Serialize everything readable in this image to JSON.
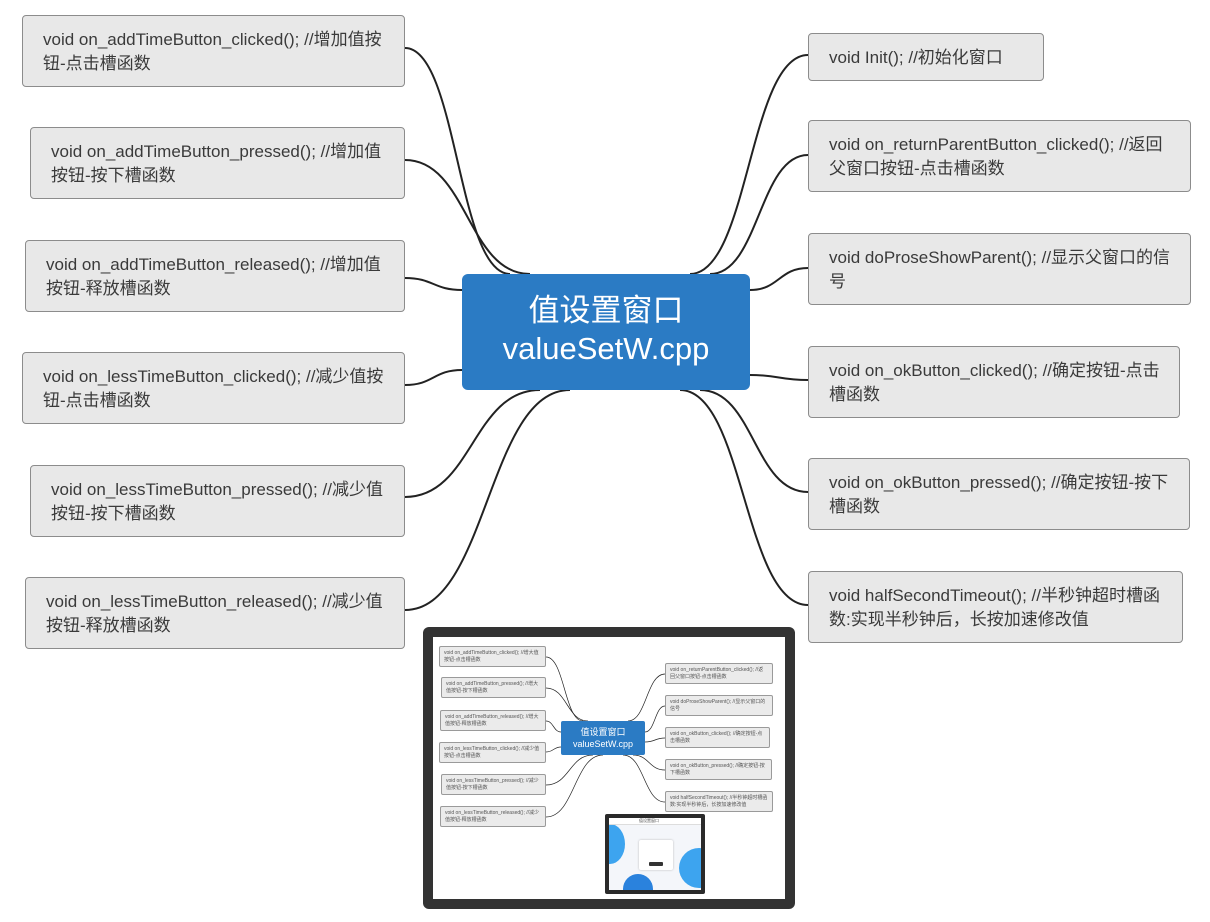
{
  "center": {
    "title": "值设置窗口",
    "file": "valueSetW.cpp"
  },
  "left_nodes": [
    "void on_addTimeButton_clicked(); //增加值按钮-点击槽函数",
    "void on_addTimeButton_pressed(); //增加值按钮-按下槽函数",
    "void on_addTimeButton_released(); //增加值按钮-释放槽函数",
    "void on_lessTimeButton_clicked(); //减少值按钮-点击槽函数",
    "void on_lessTimeButton_pressed(); //减少值按钮-按下槽函数",
    "void on_lessTimeButton_released(); //减少值按钮-释放槽函数"
  ],
  "right_nodes": [
    "void Init(); //初始化窗口",
    "void on_returnParentButton_clicked(); //返回父窗口按钮-点击槽函数",
    "void doProseShowParent(); //显示父窗口的信号",
    "void on_okButton_clicked(); //确定按钮-点击槽函数",
    "void on_okButton_pressed(); //确定按钮-按下槽函数",
    "void halfSecondTimeout(); //半秒钟超时槽函数:实现半秒钟后，长按加速修改值"
  ],
  "thumbnail": {
    "center_title": "值设置窗口",
    "center_file": "valueSetW.cpp",
    "left_nodes": [
      "void on_addTimeButton_clicked(); //增大值按钮-点击槽函数",
      "void on_addTimeButton_pressed(); //增大值按钮-按下槽函数",
      "void on_addTimeButton_released(); //增大值按钮-释放槽函数",
      "void on_lessTimeButton_clicked(); //减少值按钮-点击槽函数",
      "void on_lessTimeButton_pressed(); //减少值按钮-按下槽函数",
      "void on_lessTimeButton_released(); //减少值按钮-释放槽函数"
    ],
    "right_nodes": [
      "void on_returnParentButton_clicked(); //返回父窗口按钮-点击槽函数",
      "void doProseShowParent(); //显示父窗口的信号",
      "void on_okButton_clicked(); //确定按钮-点击槽函数",
      "void on_okButton_pressed(); //确定按钮-按下槽函数",
      "void halfSecondTimeout(); //半秒钟超时槽函数:实现半秒钟后，长按加速修改值"
    ],
    "screen_title": "值设置窗口"
  }
}
